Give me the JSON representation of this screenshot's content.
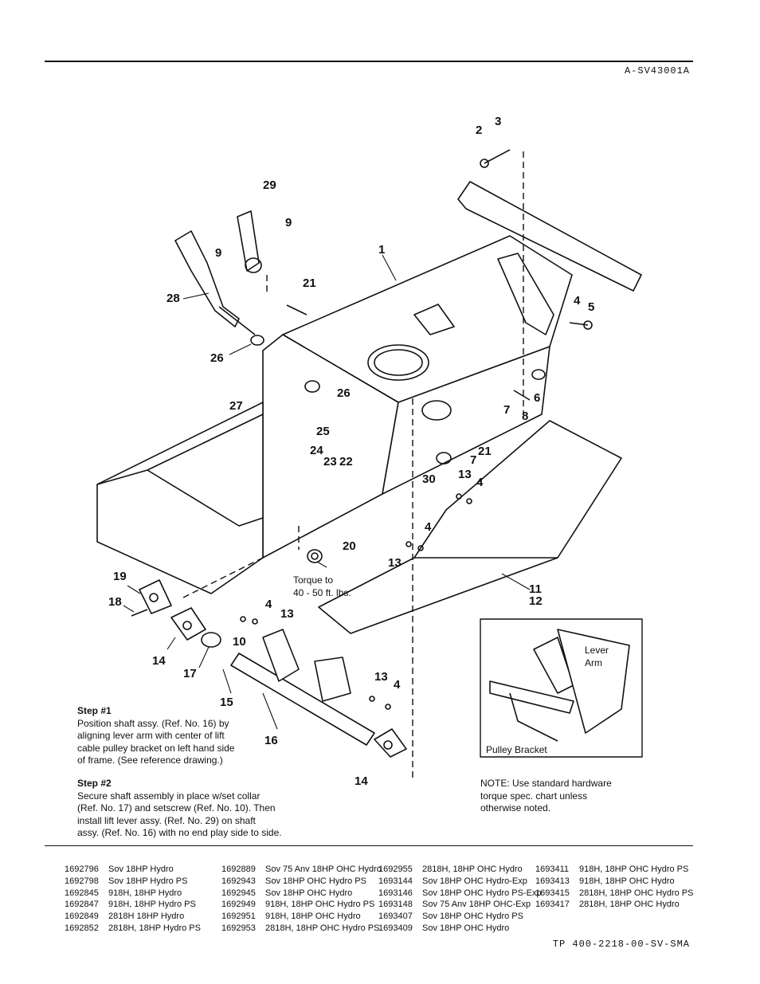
{
  "header": {
    "doc_code": "A-SV43001A"
  },
  "footer": {
    "doc_code": "TP 400-2218-00-SV-SMA"
  },
  "callouts": [
    "1",
    "2",
    "3",
    "4",
    "5",
    "6",
    "7",
    "8",
    "9",
    "10",
    "11",
    "12",
    "13",
    "14",
    "15",
    "16",
    "17",
    "18",
    "19",
    "20",
    "21",
    "22",
    "23",
    "24",
    "25",
    "26",
    "27",
    "28",
    "29",
    "30"
  ],
  "torque_note": {
    "line1": "Torque to",
    "line2": "40 - 50 ft. lbs."
  },
  "reference_drawing": {
    "lever_arm_1": "Lever",
    "lever_arm_2": "Arm",
    "pulley_bracket": "Pulley Bracket"
  },
  "steps": [
    {
      "title": "Step #1",
      "lines": [
        "Position shaft assy. (Ref. No. 16) by",
        "aligning lever arm with center of lift",
        "cable pulley bracket on left hand side",
        "of frame. (See reference drawing.)"
      ]
    },
    {
      "title": "Step #2",
      "lines": [
        "Secure shaft assembly in place w/set collar",
        "(Ref. No. 17) and setscrew (Ref. No. 10). Then",
        "install lift lever assy. (Ref. No. 29) on shaft",
        "assy. (Ref. No. 16) with no end play side to side."
      ]
    }
  ],
  "note": {
    "lines": [
      "NOTE: Use standard hardware",
      "torque spec. chart unless",
      "otherwise noted."
    ]
  },
  "models": [
    [
      {
        "pn": "1692796",
        "desc": "Sov 18HP Hydro"
      },
      {
        "pn": "1692798",
        "desc": "Sov 18HP Hydro PS"
      },
      {
        "pn": "1692845",
        "desc": "918H, 18HP Hydro"
      },
      {
        "pn": "1692847",
        "desc": "918H, 18HP Hydro PS"
      },
      {
        "pn": "1692849",
        "desc": "2818H 18HP Hydro"
      },
      {
        "pn": "1692852",
        "desc": "2818H, 18HP Hydro PS"
      }
    ],
    [
      {
        "pn": "1692889",
        "desc": "Sov 75 Anv 18HP OHC Hydro"
      },
      {
        "pn": "1692943",
        "desc": "Sov 18HP OHC Hydro PS"
      },
      {
        "pn": "1692945",
        "desc": "Sov 18HP OHC Hydro"
      },
      {
        "pn": "1692949",
        "desc": "918H, 18HP OHC Hydro PS"
      },
      {
        "pn": "1692951",
        "desc": "918H, 18HP OHC Hydro"
      },
      {
        "pn": "1692953",
        "desc": "2818H, 18HP OHC Hydro PS"
      }
    ],
    [
      {
        "pn": "1692955",
        "desc": "2818H, 18HP OHC Hydro"
      },
      {
        "pn": "1693144",
        "desc": "Sov 18HP OHC Hydro-Exp"
      },
      {
        "pn": "1693146",
        "desc": "Sov 18HP OHC Hydro PS-Exp"
      },
      {
        "pn": "1693148",
        "desc": "Sov 75 Anv 18HP OHC-Exp"
      },
      {
        "pn": "1693407",
        "desc": "Sov 18HP OHC Hydro PS"
      },
      {
        "pn": "1693409",
        "desc": "Sov 18HP OHC Hydro"
      }
    ],
    [
      {
        "pn": "1693411",
        "desc": "918H, 18HP OHC Hydro PS"
      },
      {
        "pn": "1693413",
        "desc": "918H, 18HP OHC Hydro"
      },
      {
        "pn": "1693415",
        "desc": "2818H, 18HP OHC Hydro PS"
      },
      {
        "pn": "1693417",
        "desc": "2818H, 18HP OHC Hydro"
      }
    ]
  ]
}
